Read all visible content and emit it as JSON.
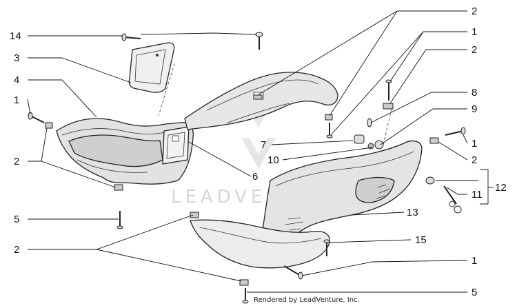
{
  "callouts": {
    "c14": "14",
    "c3": "3",
    "c4": "4",
    "c1_left": "1",
    "c2_left": "2",
    "c5_left": "5",
    "c2_bottom_left": "2",
    "c2_top": "2",
    "c1_top": "1",
    "c2_upper_right": "2",
    "c8": "8",
    "c9": "9",
    "c7": "7",
    "c1_right": "1",
    "c10": "10",
    "c2_right": "2",
    "c6": "6",
    "c12": "12",
    "c11": "11",
    "c13": "13",
    "c15": "15",
    "c1_bottom": "1",
    "c5_bottom": "5"
  },
  "watermark": {
    "text": "LEADVENTURE"
  },
  "credit": {
    "text": "Rendered by LeadVenture, Inc."
  },
  "colors": {
    "shell_fill": "#e4e4e4",
    "shade_fill": "#cfcfcf",
    "line": "#111111"
  }
}
